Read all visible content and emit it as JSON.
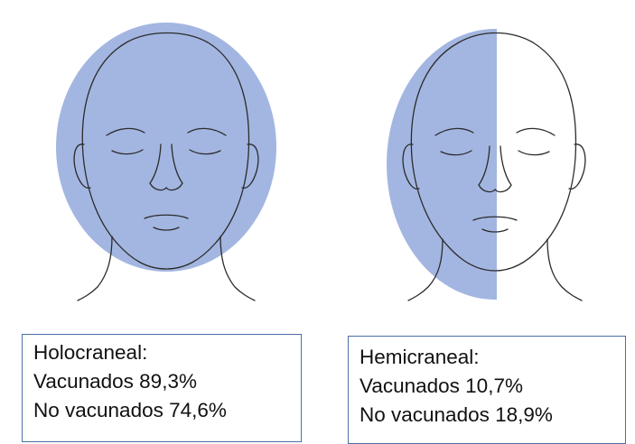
{
  "colors": {
    "overlay": "#93a9dc",
    "line": "#2b2b2b",
    "box_border": "#4a6fa5"
  },
  "panels": [
    {
      "title": "Holocraneal:",
      "vaccinated": "Vacunados 89,3%",
      "unvaccinated": "No vacunados 74,6%",
      "coverage": "full"
    },
    {
      "title": "Hemicraneal:",
      "vaccinated": "Vacunados 10,7%",
      "unvaccinated": "No vacunados 18,9%",
      "coverage": "half"
    }
  ]
}
